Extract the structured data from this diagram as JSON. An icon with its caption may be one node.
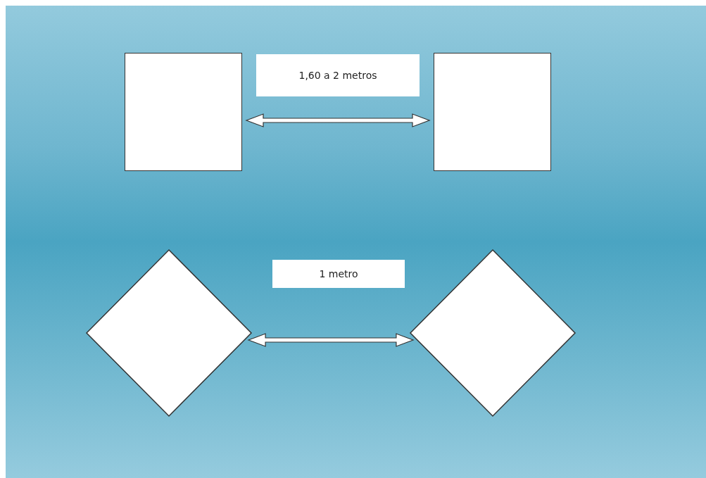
{
  "diagram": {
    "nodes": [
      {
        "text": [],
        "shape": "box"
      },
      {
        "text": [
          "1,60 a 2 metros"
        ]
      },
      {
        "text": [],
        "shape": "box"
      },
      {
        "text": [],
        "shape": "diamond"
      },
      {
        "text": [
          "1 metro"
        ]
      },
      {
        "text": [],
        "shape": "diamond"
      }
    ],
    "edges": [
      {
        "from": 0,
        "to": 2,
        "arrow": "both"
      },
      {
        "from": 3,
        "to": 5,
        "arrow": "both"
      }
    ]
  }
}
